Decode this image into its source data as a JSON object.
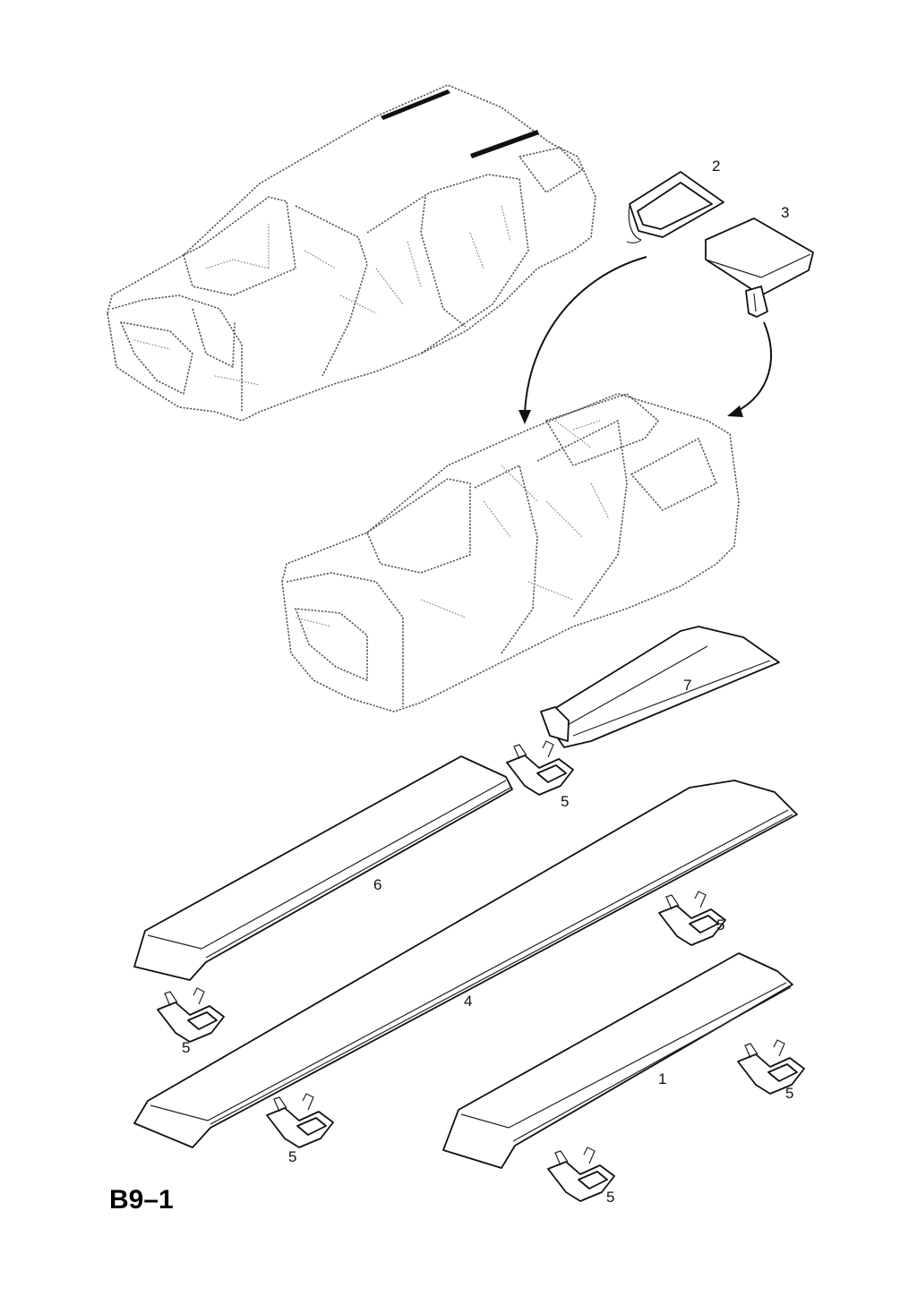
{
  "diagram": {
    "page_code": "B9–1",
    "callouts": [
      {
        "id": "c1",
        "text": "1"
      },
      {
        "id": "c2",
        "text": "2"
      },
      {
        "id": "c3",
        "text": "3"
      },
      {
        "id": "c4",
        "text": "4"
      },
      {
        "id": "c5a",
        "text": "5"
      },
      {
        "id": "c5b",
        "text": "5"
      },
      {
        "id": "c5c",
        "text": "5"
      },
      {
        "id": "c5d",
        "text": "5"
      },
      {
        "id": "c5e",
        "text": "5"
      },
      {
        "id": "c5f",
        "text": "5"
      },
      {
        "id": "c6",
        "text": "6"
      },
      {
        "id": "c7",
        "text": "7"
      }
    ],
    "colors": {
      "ink": "#111111",
      "ghost_lines": "#555555",
      "background": "#ffffff"
    }
  }
}
